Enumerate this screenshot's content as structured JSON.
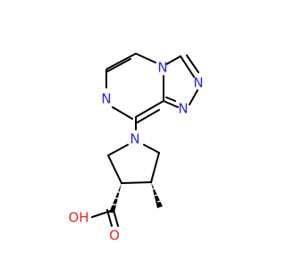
{
  "molecule": {
    "colors": {
      "bond": "#000000",
      "nitrogen": "#2727e6",
      "oxygen": "#e62727",
      "background": "#ffffff"
    },
    "atoms": {
      "n_pyrazine_top": "N",
      "n_pyrazine_left": "N",
      "n_triazole_upper": "N",
      "n_triazole_lower": "N",
      "n_pyrrolidine": "N",
      "o_hydroxyl": "OH",
      "o_carbonyl": "O"
    }
  }
}
